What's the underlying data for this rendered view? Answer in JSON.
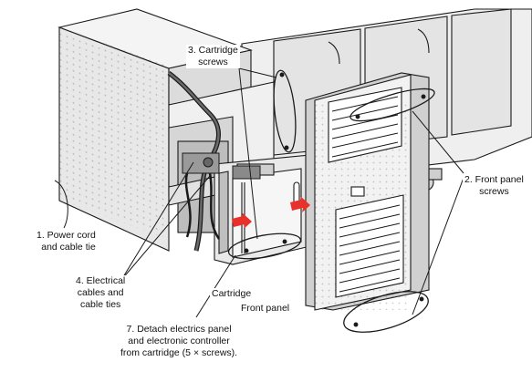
{
  "diagram": {
    "callouts": {
      "cartridge_screws": [
        "3. Cartridge",
        "screws"
      ],
      "front_panel_screws": [
        "2. Front panel",
        "screws"
      ],
      "power_cord": [
        "1. Power cord",
        "and cable tie"
      ],
      "electrical_cables": [
        "4. Electrical",
        "cables and",
        "cable ties"
      ],
      "cartridge": "Cartridge",
      "front_panel": "Front panel",
      "detach_electrics": [
        "7. Detach electrics panel",
        "and electronic controller",
        "from cartridge (5 × screws)."
      ]
    },
    "colors": {
      "line": "#1a1a1a",
      "cabinet": "#ececec",
      "cabinet_dark": "#c8c8c8",
      "arrow": "#e8312a"
    }
  }
}
